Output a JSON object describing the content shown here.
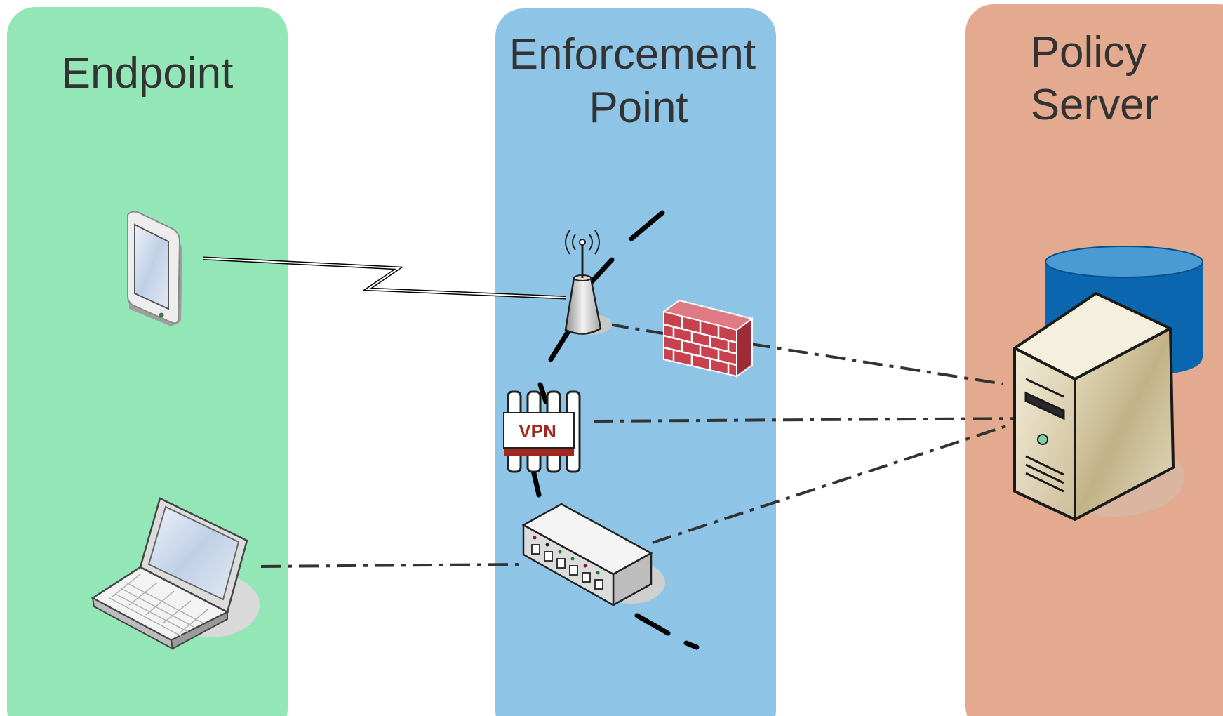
{
  "columns": [
    {
      "title_lines": [
        "Endpoint"
      ]
    },
    {
      "title_lines": [
        "Enforcement",
        "Point"
      ]
    },
    {
      "title_lines": [
        "Policy",
        "Server"
      ]
    }
  ],
  "devices": {
    "vpn_label": "VPN"
  },
  "colors": {
    "endpoint": "#93E6B6",
    "enforcement": "#8EC5E6",
    "policy": "#E3AA90",
    "database": "#0A66AE",
    "firewall": "#C8414E",
    "vpn_text": "#A0281E"
  },
  "icons": [
    "tablet-icon",
    "laptop-icon",
    "wireless-access-point-icon",
    "firewall-icon",
    "vpn-gateway-icon",
    "network-switch-icon",
    "server-icon",
    "database-icon"
  ]
}
